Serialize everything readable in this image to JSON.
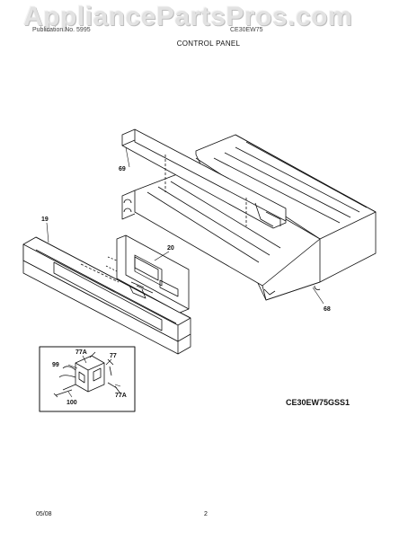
{
  "watermark": "AppliancePartsPros.com",
  "header": {
    "left": "Publication No. 5995",
    "right": "CE30EW75"
  },
  "section_title": "CONTROL PANEL",
  "callouts": {
    "c69": "69",
    "c19": "19",
    "c20": "20",
    "c68": "68",
    "c77a_top": "77A",
    "c77": "77",
    "c99": "99",
    "c77a_bottom": "77A",
    "c100": "100"
  },
  "model_code": "CE30EW75GSS1",
  "footer": {
    "date": "05/08",
    "page": "2"
  }
}
